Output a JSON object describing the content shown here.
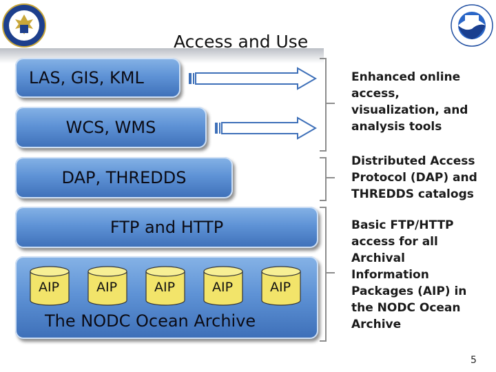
{
  "title": "Access and Use",
  "layers": {
    "las": "LAS, GIS, KML",
    "wcs": "WCS, WMS",
    "dap": "DAP, THREDDS",
    "ftp": "FTP and HTTP",
    "archive": "The NODC Ocean Archive"
  },
  "aip_label": "AIP",
  "descriptions": {
    "enhanced": "Enhanced online\naccess,\nvisualization, and\nanalysis tools",
    "distributed": "Distributed Access\nProtocol (DAP) and\nTHREDDS catalogs",
    "basic": "Basic FTP/HTTP\naccess for all\nArchival\nInformation\nPackages (AIP) in\nthe NODC Ocean\nArchive"
  },
  "page_number": "5",
  "colors": {
    "box_top": "#86b3e6",
    "box_bottom": "#3d6fb8",
    "cylinder": "#f2e46a"
  },
  "logos": {
    "left": "Department of Commerce seal",
    "right": "NOAA logo"
  }
}
